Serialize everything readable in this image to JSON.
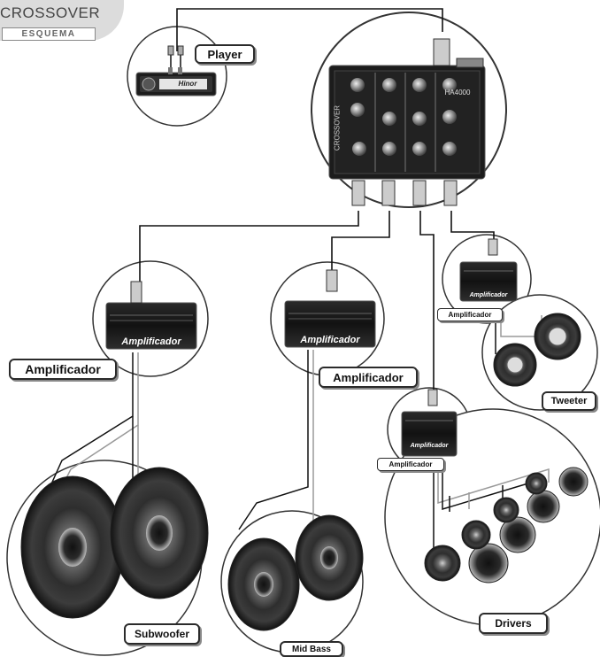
{
  "header": {
    "title": "CROSSOVER",
    "subtitle": "ESQUEMA"
  },
  "player": {
    "label": "Player",
    "brand_text": "Hinor"
  },
  "crossover": {
    "side_text": "CROSSOVER",
    "model_text": "HA4000"
  },
  "amplifiers": {
    "sub_label": "Amplificador",
    "sub_plate": "Amplificador",
    "midbass_label": "Amplificador",
    "midbass_plate": "Amplificador",
    "tweeter_label": "Amplificador",
    "tweeter_plate": "Amplificador",
    "drivers_label": "Amplificador",
    "drivers_plate": "Amplificador"
  },
  "speakers": {
    "subwoofer": "Subwoofer",
    "midbass": "Mid Bass",
    "tweeter": "Tweeter",
    "drivers": "Drivers"
  },
  "colors": {
    "device_dark": "#1c1c1c",
    "wire": "#111111",
    "wire_grey": "#9a9a9a",
    "circle_border": "#333333",
    "title_tab": "#dcdcdc"
  }
}
